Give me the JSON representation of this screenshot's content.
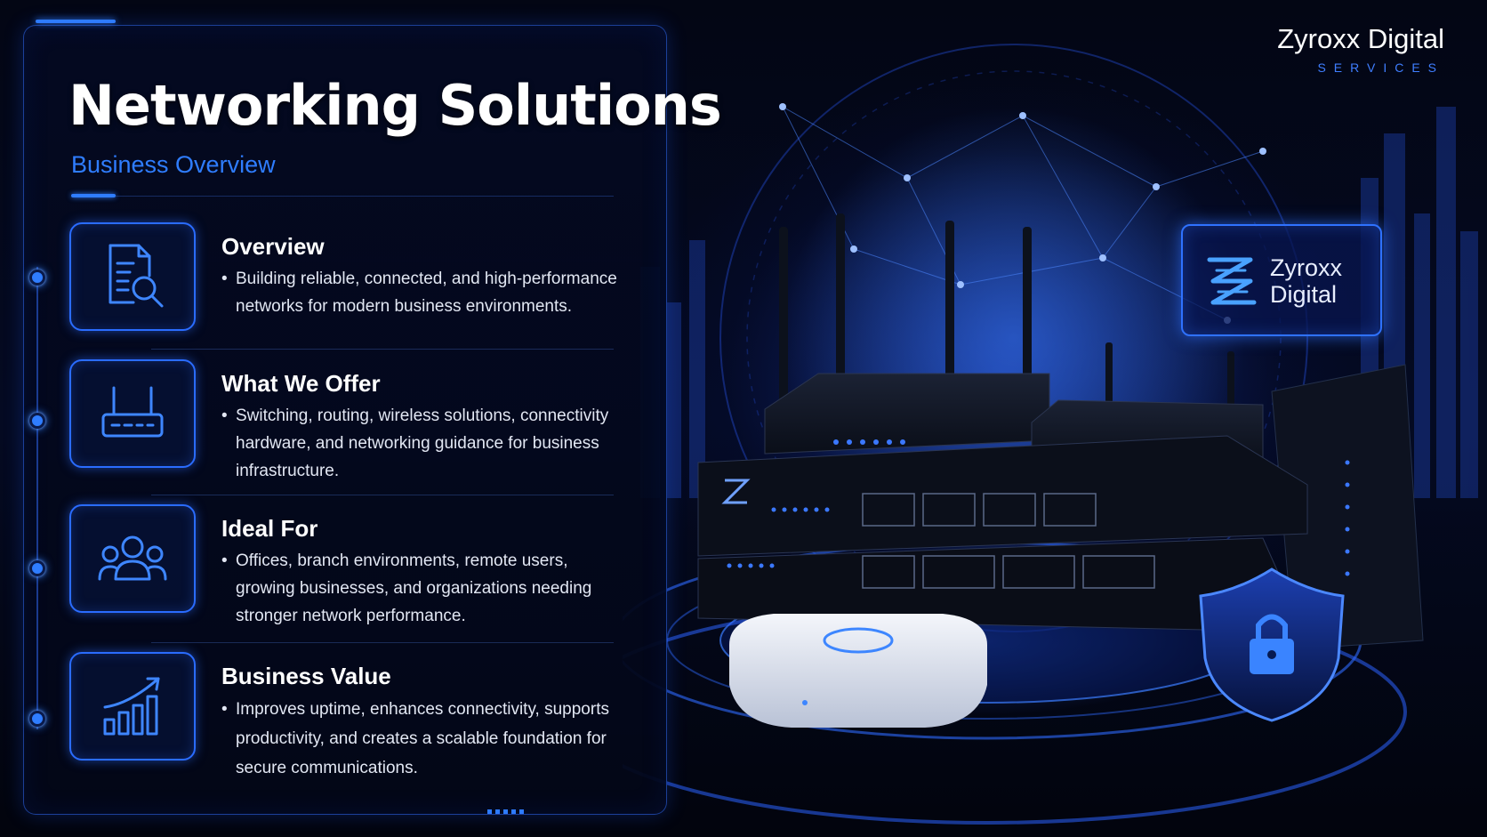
{
  "header": {
    "title": "Networking Solutions",
    "subtitle": "Business Overview"
  },
  "brand": {
    "name": "Zyroxx Digital",
    "tagline": "SERVICES"
  },
  "logo_card": {
    "line1": "Zyroxx",
    "line2": "Digital"
  },
  "sections": [
    {
      "title": "Overview",
      "icon": "document-search-icon",
      "text": "Building reliable, connected, and high-performance networks for modern business environments."
    },
    {
      "title": "What We Offer",
      "icon": "router-icon",
      "text": "Switching, routing, wireless solutions, connectivity hardware, and networking guidance for business infrastructure."
    },
    {
      "title": "Ideal For",
      "icon": "users-group-icon",
      "text": "Offices, branch environments, remote users, growing businesses, and organizations needing stronger network performance."
    },
    {
      "title": "Business Value",
      "icon": "growth-chart-icon",
      "text": "Improves uptime, enhances connectivity, supports productivity, and creates a scalable foundation for secure communications."
    }
  ],
  "colors": {
    "accent": "#2f7dff",
    "background": "#02040d",
    "panel_border": "#2a6cff"
  },
  "bullet": "•"
}
